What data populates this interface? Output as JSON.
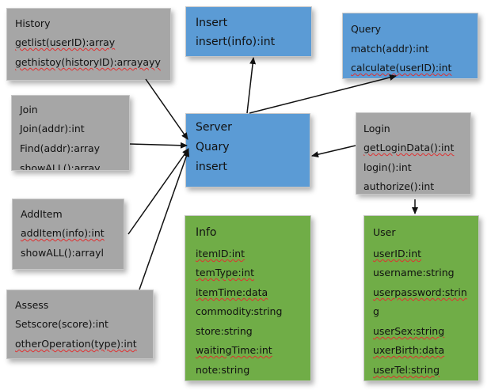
{
  "history": {
    "title": "History",
    "lines": [
      "getlist(userID):array",
      "gethistoy(historyID):arrayayy"
    ]
  },
  "join": {
    "title": "Join",
    "lines": [
      "Join(addr):int",
      "Find(addr):array",
      "showALL():array"
    ]
  },
  "additem": {
    "title": "AddItem",
    "lines": [
      "addItem(info):int",
      "showALL():arrayl"
    ]
  },
  "assess": {
    "title": "Assess",
    "lines": [
      "Setscore(score):int",
      "otherOperation(type):int"
    ]
  },
  "insert": {
    "title": "Insert",
    "lines": [
      "insert(info):int"
    ]
  },
  "query": {
    "title": "Query",
    "lines": [
      "match(addr):int",
      "calculate(userID):int"
    ]
  },
  "server": {
    "title": "Server",
    "lines": [
      "Quary",
      "insert"
    ]
  },
  "login": {
    "title": "Login",
    "lines": [
      "getLoginData():int",
      "login():int",
      "authorize():int"
    ]
  },
  "info": {
    "title": "Info",
    "lines": [
      "itemID:int",
      "temType:int",
      "itemTime:data",
      "commodity:string",
      "store:string",
      "waitingTime:int",
      "note:string"
    ]
  },
  "user": {
    "title": "User",
    "lines": [
      "userID:int",
      "username:string",
      "userpassword:strin",
      "g",
      "userSex:string",
      "uxerBirth:data",
      "userTel:string"
    ]
  },
  "colors": {
    "gray": "#a6a6a6",
    "blue": "#5b9bd5",
    "green": "#70ad47",
    "arrow": "#111111"
  }
}
